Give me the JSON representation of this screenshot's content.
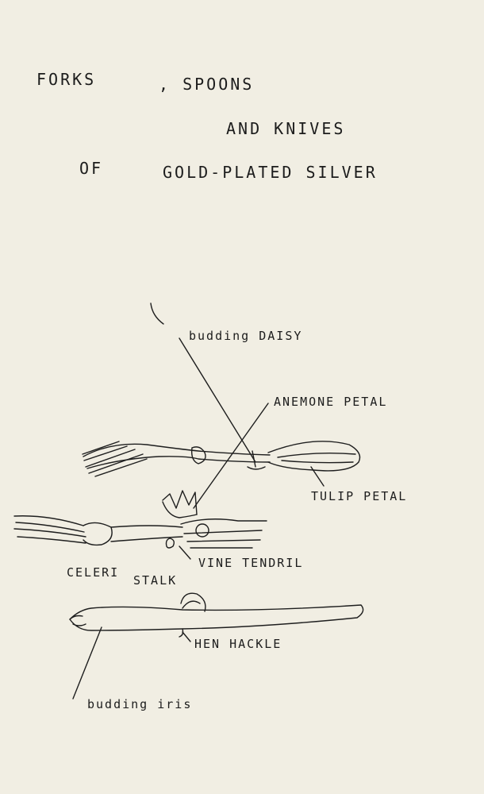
{
  "title": {
    "line1a": "FORKS",
    "line1b": ", SPOONS",
    "line2": "AND KNIVES",
    "line3a": "OF",
    "line3b": "GOLD-PLATED SILVER"
  },
  "labels": {
    "budding_daisy": "budding DAISY",
    "anemone_petal": "ANEMONE PETAL",
    "tulip_petal": "TULIP PETAL",
    "vine_tendril": "VINE TENDRIL",
    "celeri": "CELERI",
    "stalk": "STALK",
    "hen_hackle": "HEN HACKLE",
    "budding_iris": "budding iris"
  }
}
